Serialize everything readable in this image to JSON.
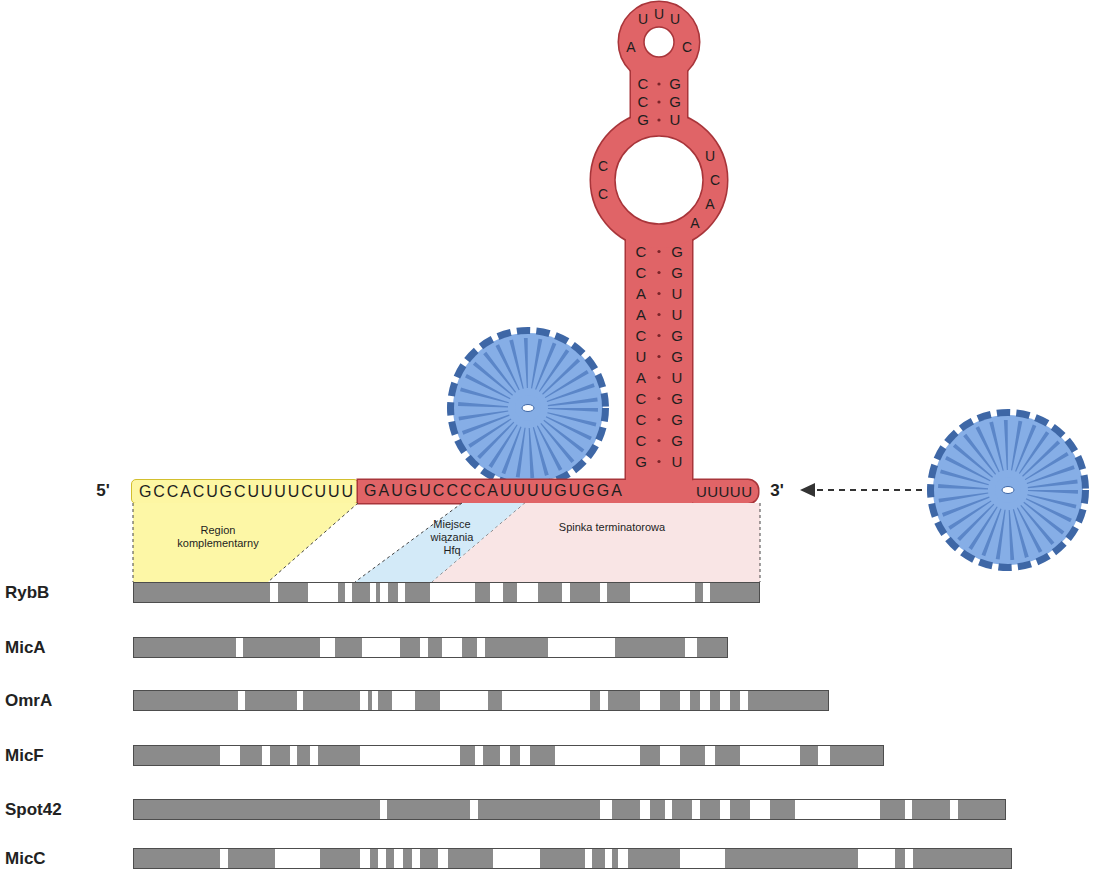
{
  "diagram": {
    "nodes": [
      {
        "text": [
          "GCCACUGCUUUUCUUU"
        ]
      },
      {
        "text": [
          "GAUGUCCCCAUUUUGUGGA",
          "CCAACUACCCG",
          "C",
          "C",
          "CCG",
          "A",
          "U",
          "U",
          "U",
          "C",
          "GGU",
          "U",
          "C",
          "A",
          "A",
          "GGUUGGUGGGU",
          "UUUUU"
        ]
      },
      {
        "text": [
          "Region komplementarny"
        ]
      },
      {
        "text": [
          "Miejsce wiązania Hfq"
        ]
      },
      {
        "text": [
          "Spinka terminatorowa"
        ]
      },
      {
        "text": [
          "RybB"
        ]
      },
      {
        "text": [
          "MicA"
        ]
      },
      {
        "text": [
          "OmrA"
        ]
      },
      {
        "text": [
          "MicF"
        ]
      },
      {
        "text": [
          "Spot42"
        ]
      },
      {
        "text": [
          "MicC"
        ]
      }
    ],
    "labels": [
      "5'",
      "3'"
    ]
  }
}
